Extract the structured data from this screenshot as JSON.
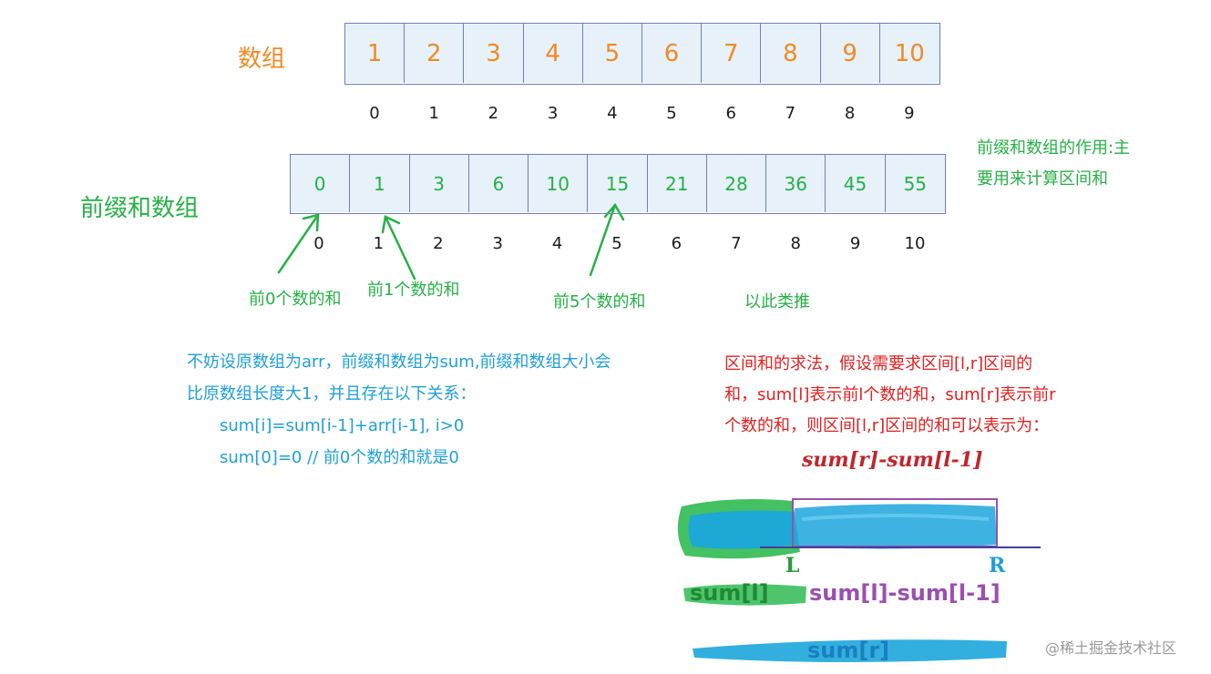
{
  "array_label": "数组",
  "array_values": [
    "1",
    "2",
    "3",
    "4",
    "5",
    "6",
    "7",
    "8",
    "9",
    "10"
  ],
  "array_indices": [
    "0",
    "1",
    "2",
    "3",
    "4",
    "5",
    "6",
    "7",
    "8",
    "9"
  ],
  "prefix_label": "前缀和数组",
  "prefix_values": [
    "0",
    "1",
    "3",
    "6",
    "10",
    "15",
    "21",
    "28",
    "36",
    "45",
    "55"
  ],
  "prefix_indices": [
    "0",
    "1",
    "2",
    "3",
    "4",
    "5",
    "6",
    "7",
    "8",
    "9",
    "10"
  ],
  "purpose_note": [
    "前缀和数组的作用:主",
    "要用来计算区间和"
  ],
  "arrow_notes": {
    "n0": "前0个数的和",
    "n1": "前1个数的和",
    "n5": "前5个数的和",
    "etc": "以此类推"
  },
  "blue_note": {
    "line1": "不妨设原数组为arr，前缀和数组为sum,前缀和数组大小会",
    "line2": "比原数组长度大1，并且存在以下关系：",
    "line3": "sum[i]=sum[i-1]+arr[i-1], i>0",
    "line4": "sum[0]=0 // 前0个数的和就是0"
  },
  "red_note": {
    "line1": "区间和的求法，假设需要求区间[l,r]区间的",
    "line2": "和，sum[l]表示前l个数的和，sum[r]表示前r",
    "line3": "个数的和，则区间[l,r]区间的和可以表示为：",
    "formula": "sum[r]-sum[l-1]"
  },
  "diagram": {
    "L": "L",
    "R": "R",
    "sum_l": "sum[l]",
    "interval": "sum[l]-sum[l-1]",
    "sum_r": "sum[r]"
  },
  "watermark": "@稀土掘金技术社区",
  "colors": {
    "orange": "#f08a24",
    "green": "#27b046",
    "blue": "#1f9fd6",
    "red": "#e02020",
    "purple": "#9b4fb0",
    "cell_bg": "#e6f1fa",
    "cell_border": "#6f7fbf"
  }
}
